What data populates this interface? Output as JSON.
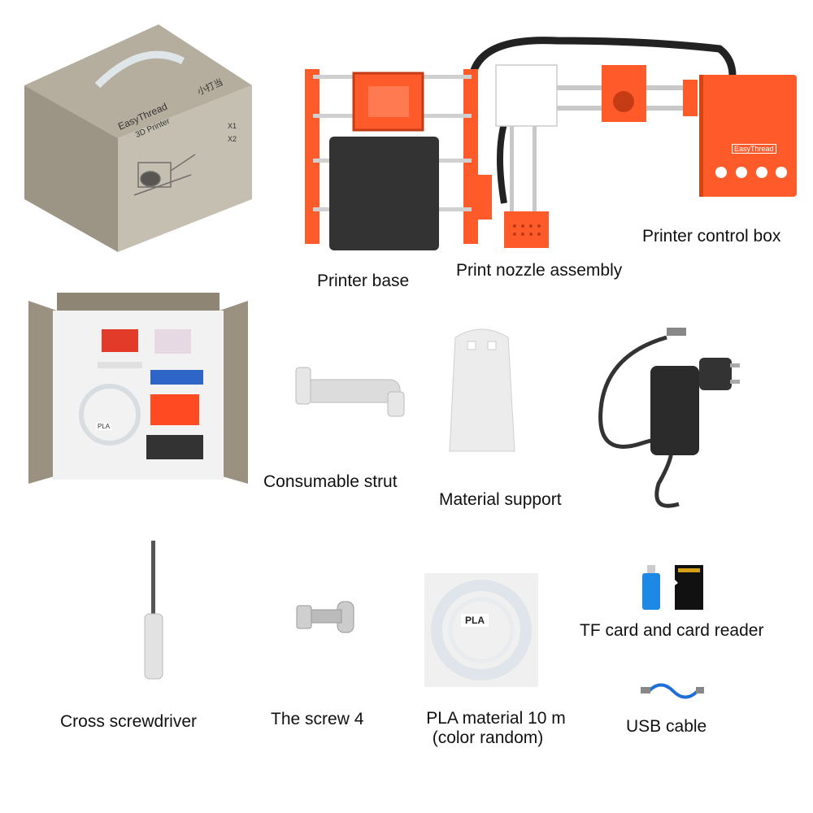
{
  "box_brand": {
    "name": "EasyThread",
    "sub": "3D Printer",
    "models": [
      "X1",
      "X2"
    ],
    "cjk": "小打当"
  },
  "control_box_logo": "EasyThread",
  "filament_tag": "PLA",
  "packing_box_tag": "PLA",
  "labels": {
    "printer_base": "Printer base",
    "nozzle_assembly": "Print nozzle assembly",
    "control_box": "Printer control box",
    "consumable_strut": "Consumable strut",
    "material_support": "Material support",
    "screwdriver": "Cross screwdriver",
    "screw": "The screw 4",
    "pla_line1": "PLA material 10 m",
    "pla_line2": "(color random)",
    "tf_card": "TF card and card reader",
    "usb_cable": "USB cable"
  },
  "colors": {
    "printer_orange": "#ff5a2a",
    "cardboard": "#a8a194",
    "bed_black": "#333333",
    "usb_blue": "#1e6fd6"
  }
}
